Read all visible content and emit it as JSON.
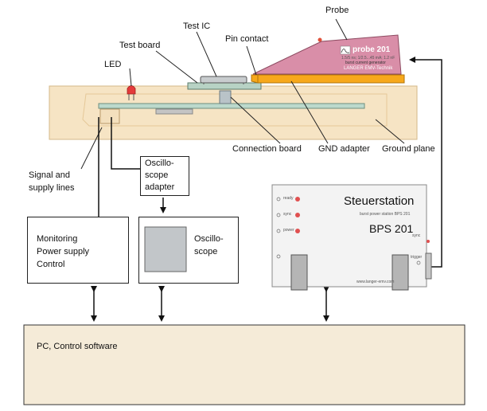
{
  "labels": {
    "probe": "Probe",
    "test_ic": "Test IC",
    "test_board": "Test board",
    "pin_contact": "Pin contact",
    "led": "LED",
    "connection_board": "Connection board",
    "gnd_adapter": "GND adapter",
    "ground_plane": "Ground plane",
    "signal_lines": "Signal and\nsupply lines"
  },
  "probe_device": {
    "name": "probe 201",
    "line1": "1.5/5 ns; 1/2.5...45 mA; 1.2 nF",
    "line2": "burst current generator",
    "brand": "LANGER EMV-Technik"
  },
  "oscilloscope_adapter": {
    "text": "Oscillo-\nscope\nadapter"
  },
  "monitoring": {
    "text": "Monitoring\nPower supply\nControl"
  },
  "oscilloscope": {
    "text": "Oscillo-\nscope"
  },
  "steuerstation": {
    "title": "Steuerstation",
    "subtitle": "burst power station BPS 201",
    "model": "BPS 201",
    "ind1": "ready",
    "ind2": "sync",
    "ind3": "power",
    "website": "www.langer-emv.com",
    "sync_label": "sync",
    "trigger_label": "trigger"
  },
  "pc": {
    "text": "PC, Control software"
  },
  "colors": {
    "board_fill": "#f6e4c4",
    "probe_fill": "#d98ea8",
    "gnd_adapter": "#f7a81b",
    "test_board": "#b7d2c4",
    "connection_board": "#bcd9cc",
    "pc_fill": "#f5ebd8",
    "led": "#e43a3a"
  }
}
